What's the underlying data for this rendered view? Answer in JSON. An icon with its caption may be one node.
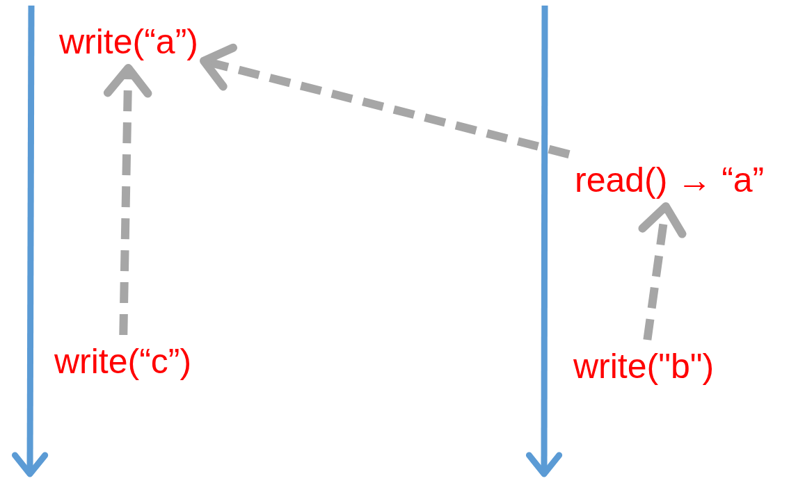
{
  "diagram": {
    "nodes": [
      {
        "text": [
          "write(“a”)"
        ]
      },
      {
        "text": [
          "read() → “a”"
        ]
      },
      {
        "text": [
          "write(“c”)"
        ]
      },
      {
        "text": [
          "write(\"b\")"
        ]
      }
    ],
    "edges": [
      {
        "from": 2,
        "to": 0,
        "arrow": "to",
        "style": "dashed"
      },
      {
        "from": 1,
        "to": 0,
        "arrow": "to",
        "style": "dashed"
      },
      {
        "from": 3,
        "to": 1,
        "arrow": "to",
        "style": "dashed"
      }
    ]
  }
}
